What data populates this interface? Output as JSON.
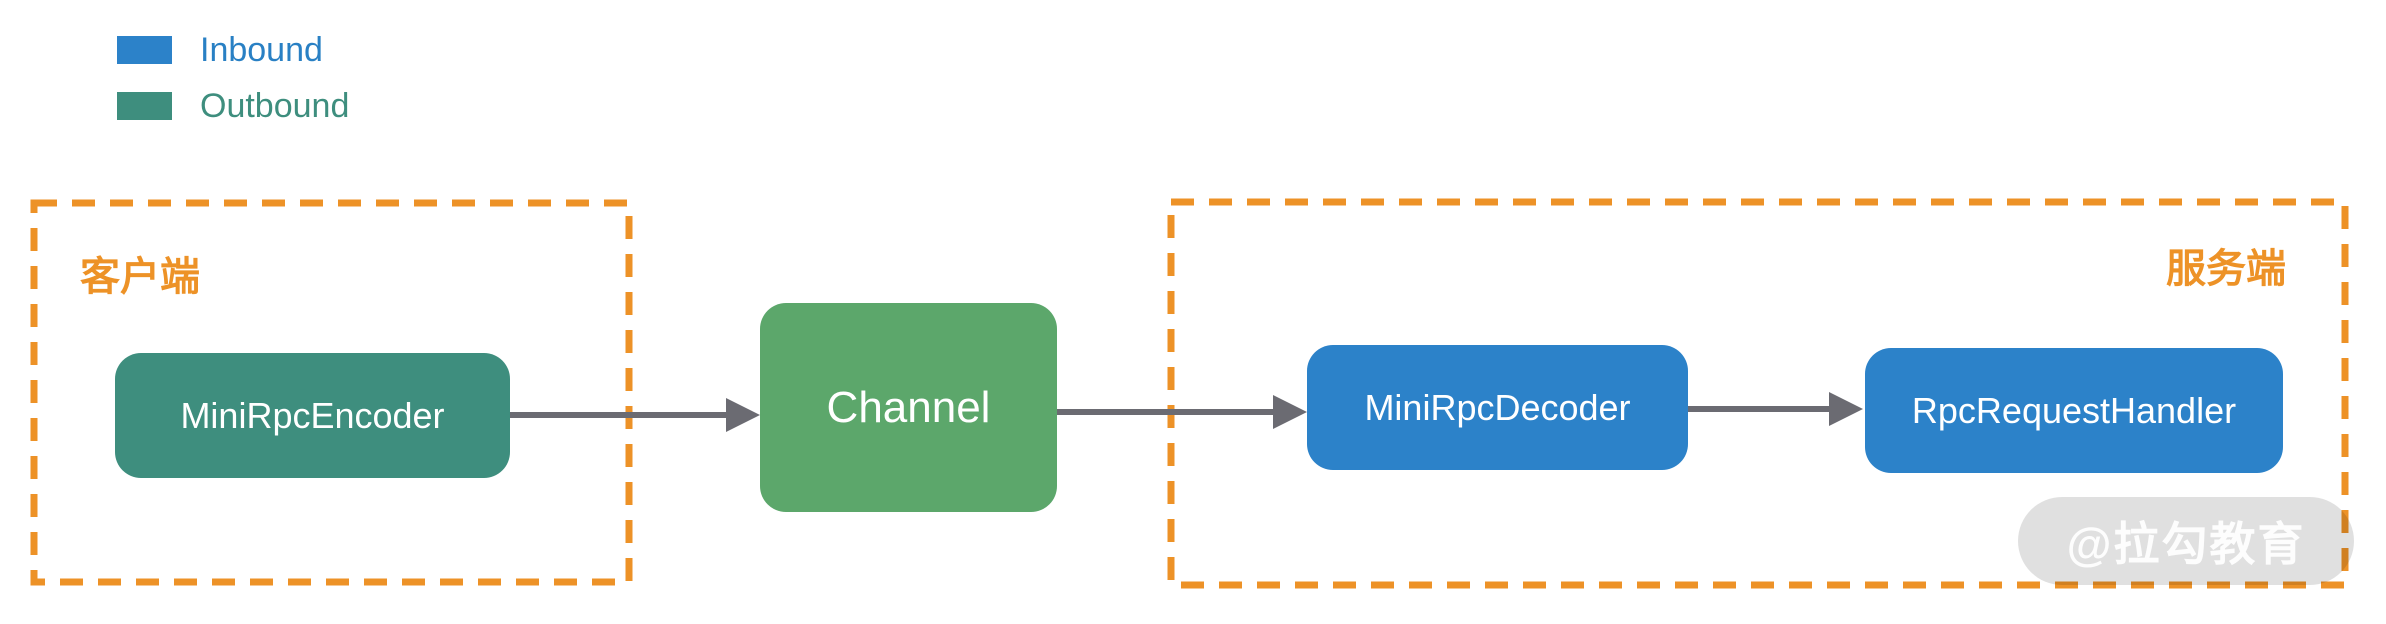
{
  "legend": {
    "items": [
      {
        "label": "Inbound",
        "color": "#2C82C9"
      },
      {
        "label": "Outbound",
        "color": "#3E8E7E"
      }
    ]
  },
  "regions": {
    "client": {
      "label": "客户端"
    },
    "server": {
      "label": "服务端"
    }
  },
  "nodes": {
    "encoder": {
      "label": "MiniRpcEncoder",
      "type": "outbound",
      "color": "#3E8E7E"
    },
    "channel": {
      "label": "Channel",
      "type": "channel",
      "color": "#5CA76B"
    },
    "decoder": {
      "label": "MiniRpcDecoder",
      "type": "inbound",
      "color": "#2C82C9"
    },
    "handler": {
      "label": "RpcRequestHandler",
      "type": "inbound",
      "color": "#2C82C9"
    }
  },
  "flow": [
    {
      "from": "MiniRpcEncoder",
      "to": "Channel"
    },
    {
      "from": "Channel",
      "to": "MiniRpcDecoder"
    },
    {
      "from": "MiniRpcDecoder",
      "to": "RpcRequestHandler"
    }
  ],
  "watermark": {
    "label": "@拉勾教育"
  },
  "colors": {
    "region_border": "#ED9227",
    "arrow": "#6B6B72",
    "region_label": "#ED9227",
    "watermark_pill": "#E0E0E0"
  }
}
